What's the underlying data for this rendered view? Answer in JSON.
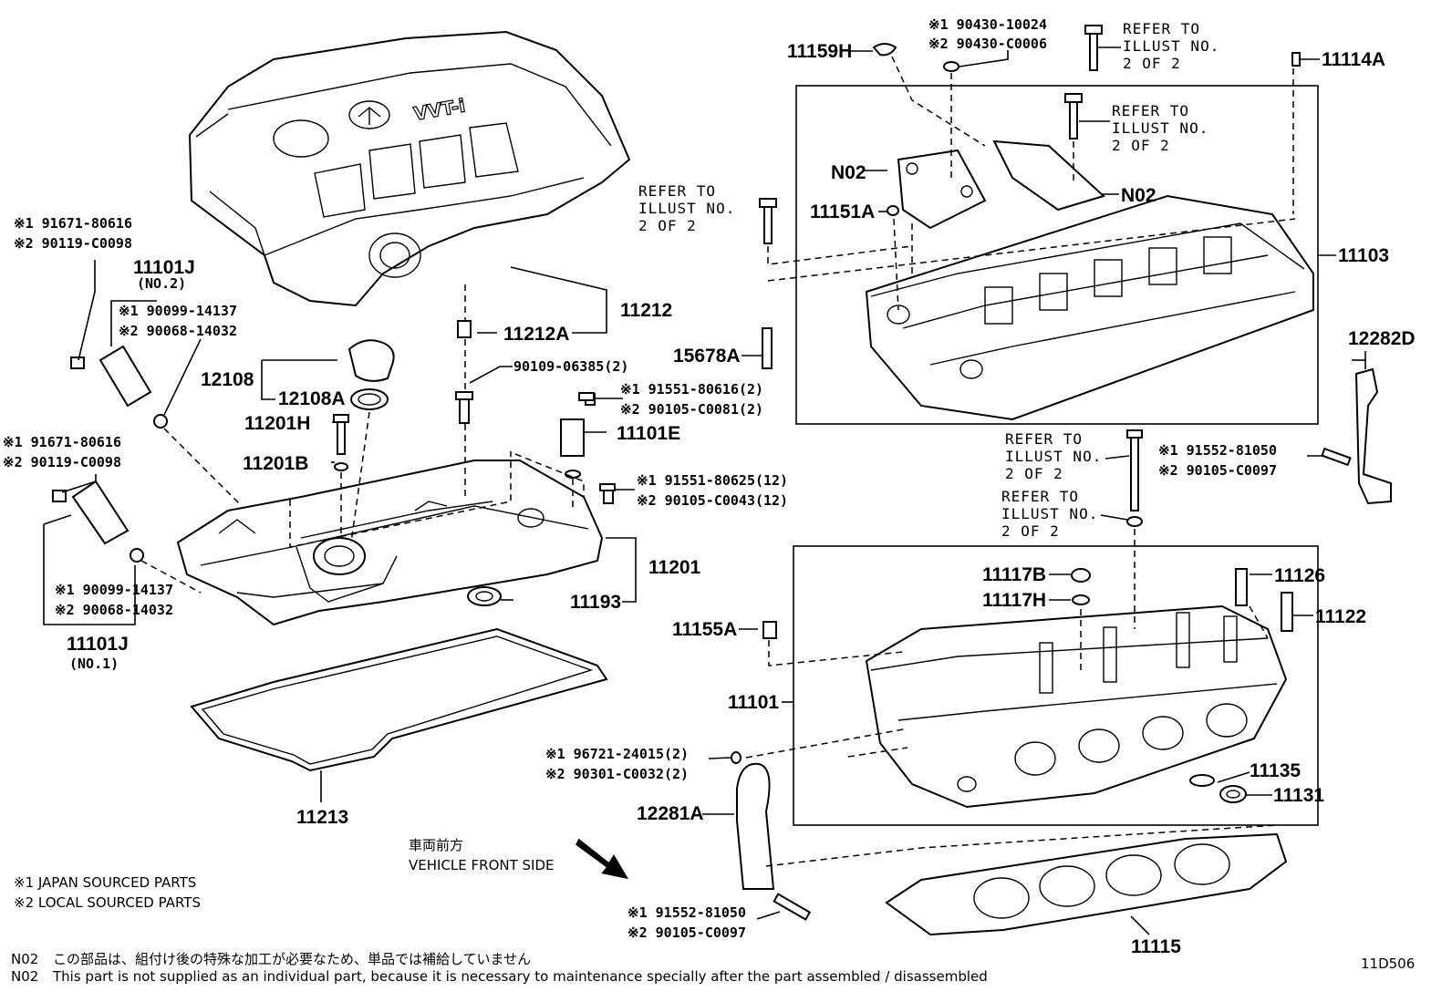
{
  "labels": {
    "p11212": "11212",
    "p11212A": "11212A",
    "p90109": "90109-06385(2)",
    "p12108": "12108",
    "p12108A": "12108A",
    "p11201H": "11201H",
    "p11201B": "11201B",
    "p11201": "11201",
    "p11193": "11193",
    "p11213": "11213",
    "p11101E": "11101E",
    "p11101J_no2": "11101J",
    "p11101J_no2_sub": "(NO.2)",
    "p11101J_no1": "11101J",
    "p11101J_no1_sub": "(NO.1)",
    "p11159H": "11159H",
    "p11114A": "11114A",
    "p11151A": "11151A",
    "p11103": "11103",
    "p15678A": "15678A",
    "p12282D": "12282D",
    "p11117B": "11117B",
    "p11117H": "11117H",
    "p11126": "11126",
    "p11122": "11122",
    "p11155A": "11155A",
    "p11101": "11101",
    "p11135": "11135",
    "p11131": "11131",
    "p12281A": "12281A",
    "p11115": "11115",
    "n02a": "N02",
    "n02b": "N02",
    "code": "11D506"
  },
  "alt_parts": {
    "a1_1": "※1 91671-80616",
    "a1_2": "※2 90119-C0098",
    "a2_1": "※1 90099-14137",
    "a2_2": "※2 90068-14032",
    "a3_1": "※1 91671-80616",
    "a3_2": "※2 90119-C0098",
    "a4_1": "※1 90099-14137",
    "a4_2": "※2 90068-14032",
    "a5_1": "※1 91551-80616(2)",
    "a5_2": "※2 90105-C0081(2)",
    "a6_1": "※1 91551-80625(12)",
    "a6_2": "※2 90105-C0043(12)",
    "a7_1": "※1 90430-10024",
    "a7_2": "※2 90430-C0006",
    "a8_1": "※1 91552-81050",
    "a8_2": "※2 90105-C0097",
    "a9_1": "※1 96721-24015(2)",
    "a9_2": "※2 90301-C0032(2)",
    "a10_1": "※1 91552-81050",
    "a10_2": "※2 90105-C0097"
  },
  "refer": {
    "r1": [
      "REFER TO",
      "ILLUST NO.",
      "2 OF 2"
    ],
    "r2": [
      "REFER TO",
      "ILLUST NO.",
      "2 OF 2"
    ],
    "r3": [
      "REFER TO",
      "ILLUST NO.",
      "2 OF 2"
    ],
    "r4": [
      "REFER TO",
      "ILLUST NO.",
      "2 OF 2"
    ],
    "r5": [
      "REFER TO",
      "ILLUST NO.",
      "2 OF 2"
    ]
  },
  "front": {
    "jp": "車両前方",
    "en": "VEHICLE FRONT SIDE"
  },
  "legend": {
    "l1": "※1  JAPAN SOURCED PARTS",
    "l2": "※2  LOCAL SOURCED PARTS"
  },
  "notes": {
    "n1_tag": "N02",
    "n1_text": "この部品は、組付け後の特殊な加工が必要なため、単品では補給していません",
    "n2_tag": "N02",
    "n2_text": "This part is not supplied as an individual part, because it is necessary to maintenance specially after the part assembled / disassembled"
  },
  "cover_logo": "VVT-i"
}
